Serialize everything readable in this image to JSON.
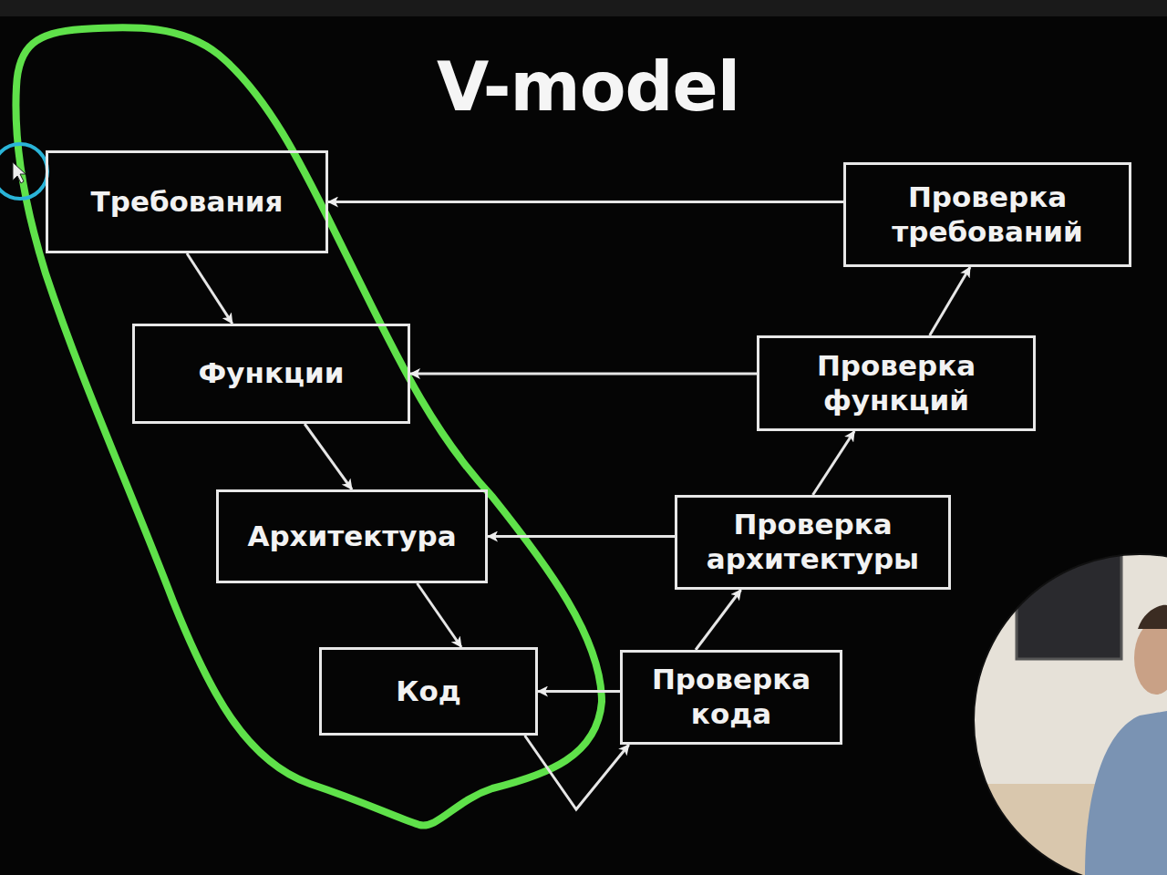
{
  "diagram": {
    "title": "V-model",
    "nodes": [
      {
        "text": [
          "Требования"
        ]
      },
      {
        "text": [
          "Проверка требований"
        ]
      },
      {
        "text": [
          "Функции"
        ]
      },
      {
        "text": [
          "Проверка функций"
        ]
      },
      {
        "text": [
          "Архитектура"
        ]
      },
      {
        "text": [
          "Проверка архитектуры"
        ]
      },
      {
        "text": [
          "Код"
        ]
      },
      {
        "text": [
          "Проверка кода"
        ]
      }
    ],
    "edges": [
      {
        "from": 0,
        "to": 2,
        "arrow": "to"
      },
      {
        "from": 2,
        "to": 4,
        "arrow": "to"
      },
      {
        "from": 4,
        "to": 6,
        "arrow": "to"
      },
      {
        "from": 6,
        "to": 7,
        "arrow": "to"
      },
      {
        "from": 7,
        "to": 5,
        "arrow": "to"
      },
      {
        "from": 5,
        "to": 3,
        "arrow": "to"
      },
      {
        "from": 3,
        "to": 1,
        "arrow": "to"
      },
      {
        "from": 1,
        "to": 0,
        "arrow": "to"
      },
      {
        "from": 3,
        "to": 2,
        "arrow": "to"
      },
      {
        "from": 5,
        "to": 4,
        "arrow": "to"
      },
      {
        "from": 7,
        "to": 6,
        "arrow": "to"
      }
    ]
  }
}
